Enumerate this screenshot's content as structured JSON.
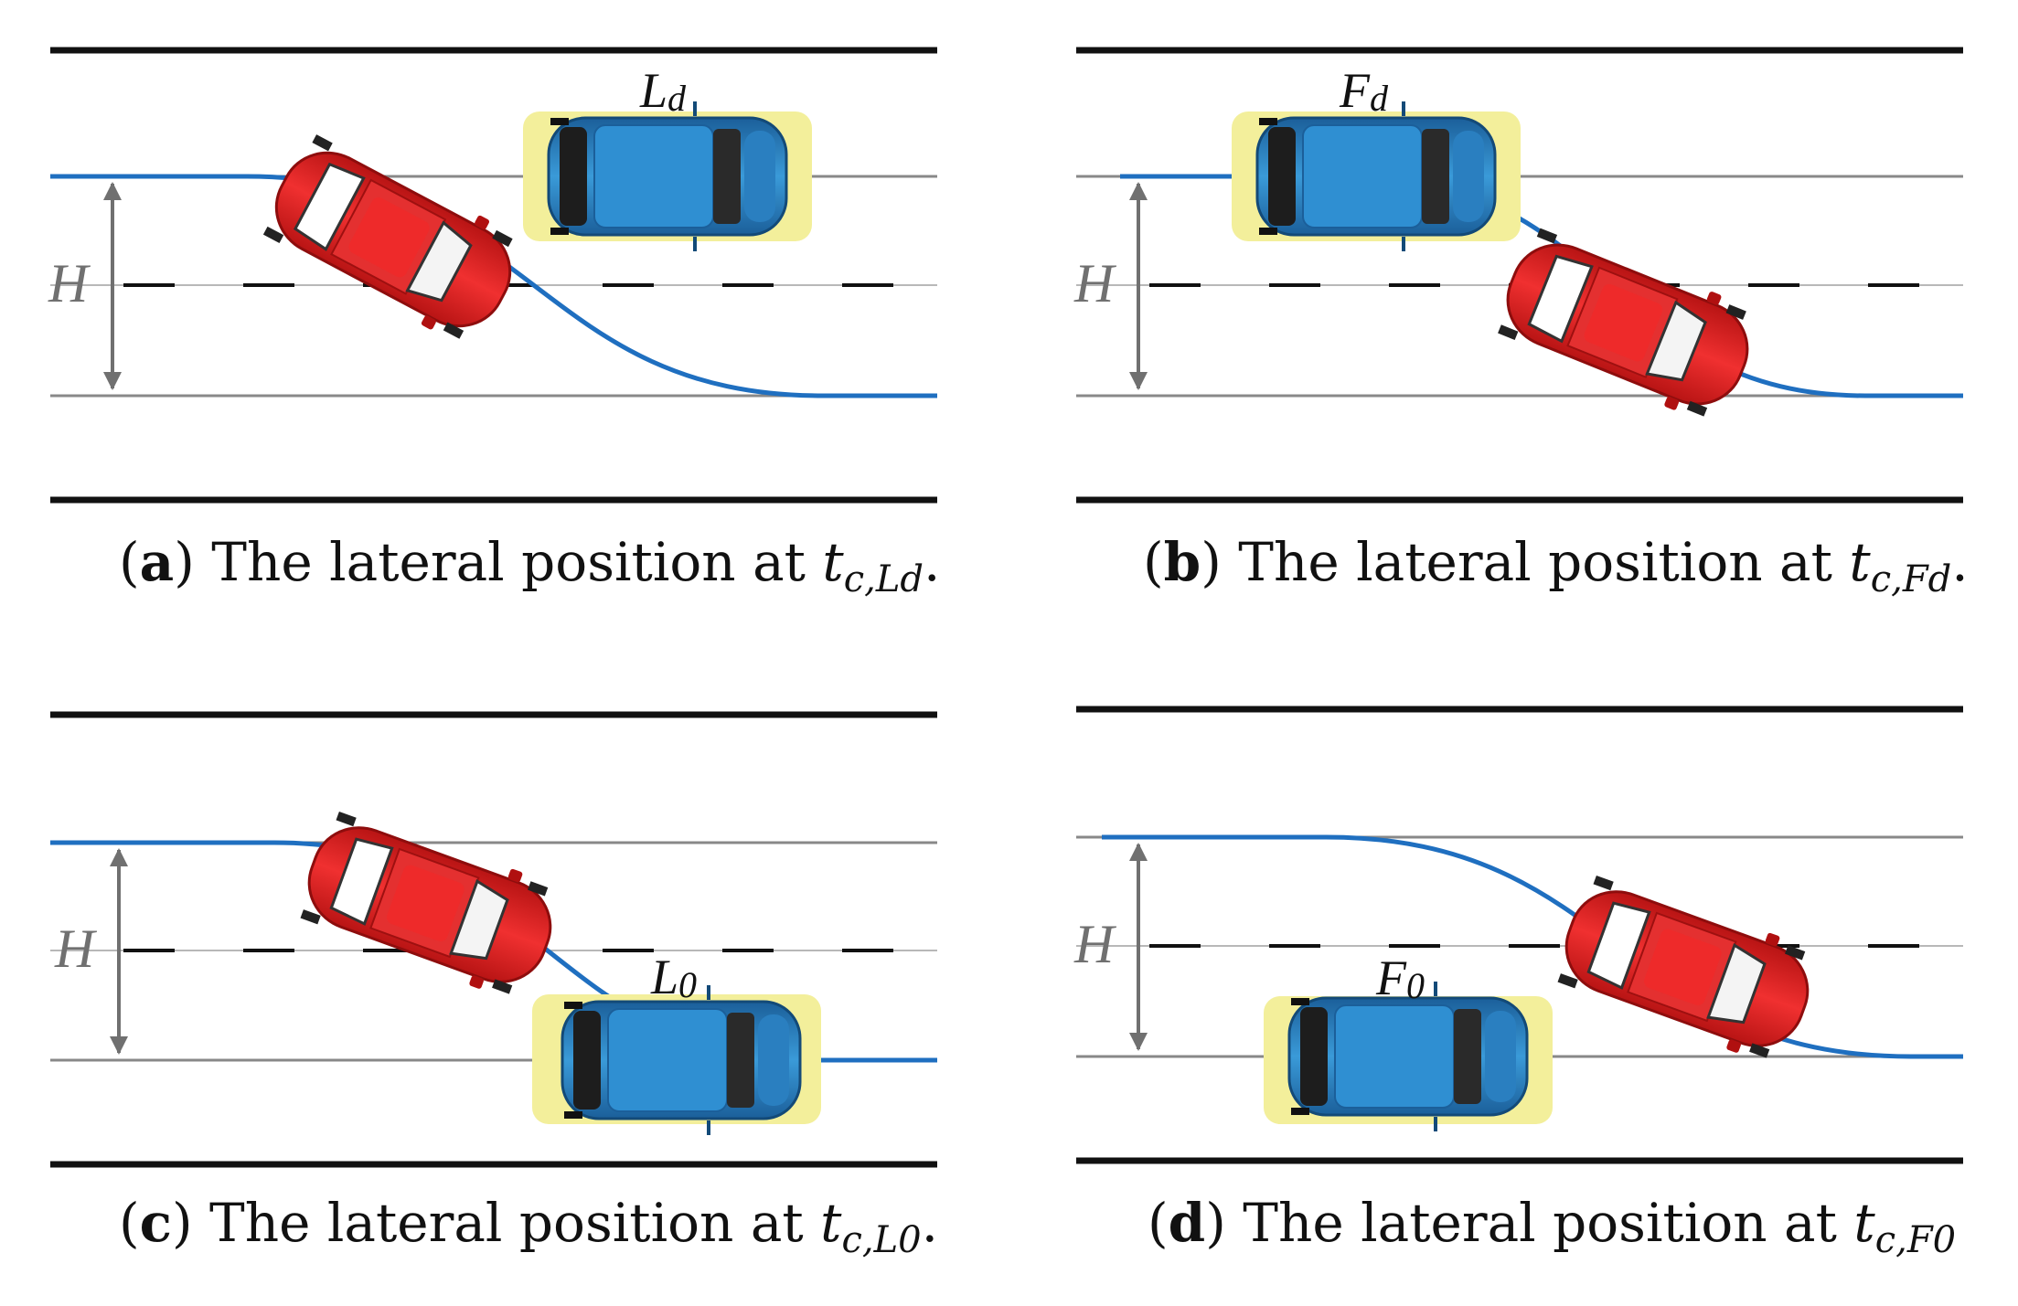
{
  "panels": [
    {
      "id": "a",
      "letter": "a",
      "caption_text": " The lateral position at ",
      "time_var": "t",
      "time_sub": "c,Ld",
      "caption_end": ".",
      "box_label_main": "L",
      "box_label_sub": "d",
      "h_label": "H"
    },
    {
      "id": "b",
      "letter": "b",
      "caption_text": " The lateral position at ",
      "time_var": "t",
      "time_sub": "c,Fd",
      "caption_end": ".",
      "box_label_main": "F",
      "box_label_sub": "d",
      "h_label": "H"
    },
    {
      "id": "c",
      "letter": "c",
      "caption_text": " The lateral position at ",
      "time_var": "t",
      "time_sub": "c,L0",
      "caption_end": ".",
      "box_label_main": "L",
      "box_label_sub": "0",
      "h_label": "H"
    },
    {
      "id": "d",
      "letter": "d",
      "caption_text": " The lateral position at ",
      "time_var": "t",
      "time_sub": "c,F0",
      "caption_end": "",
      "box_label_main": "F",
      "box_label_sub": "0",
      "h_label": "H"
    }
  ],
  "colors": {
    "road_edge": "#111111",
    "lane_line": "#888888",
    "centre_dash": "#111111",
    "trajectory": "#1f6fc0",
    "red_car": "#e11f1f",
    "blue_car": "#2a86c8",
    "highlight_box": "#f3ef9b",
    "h_arrow": "#707070"
  }
}
